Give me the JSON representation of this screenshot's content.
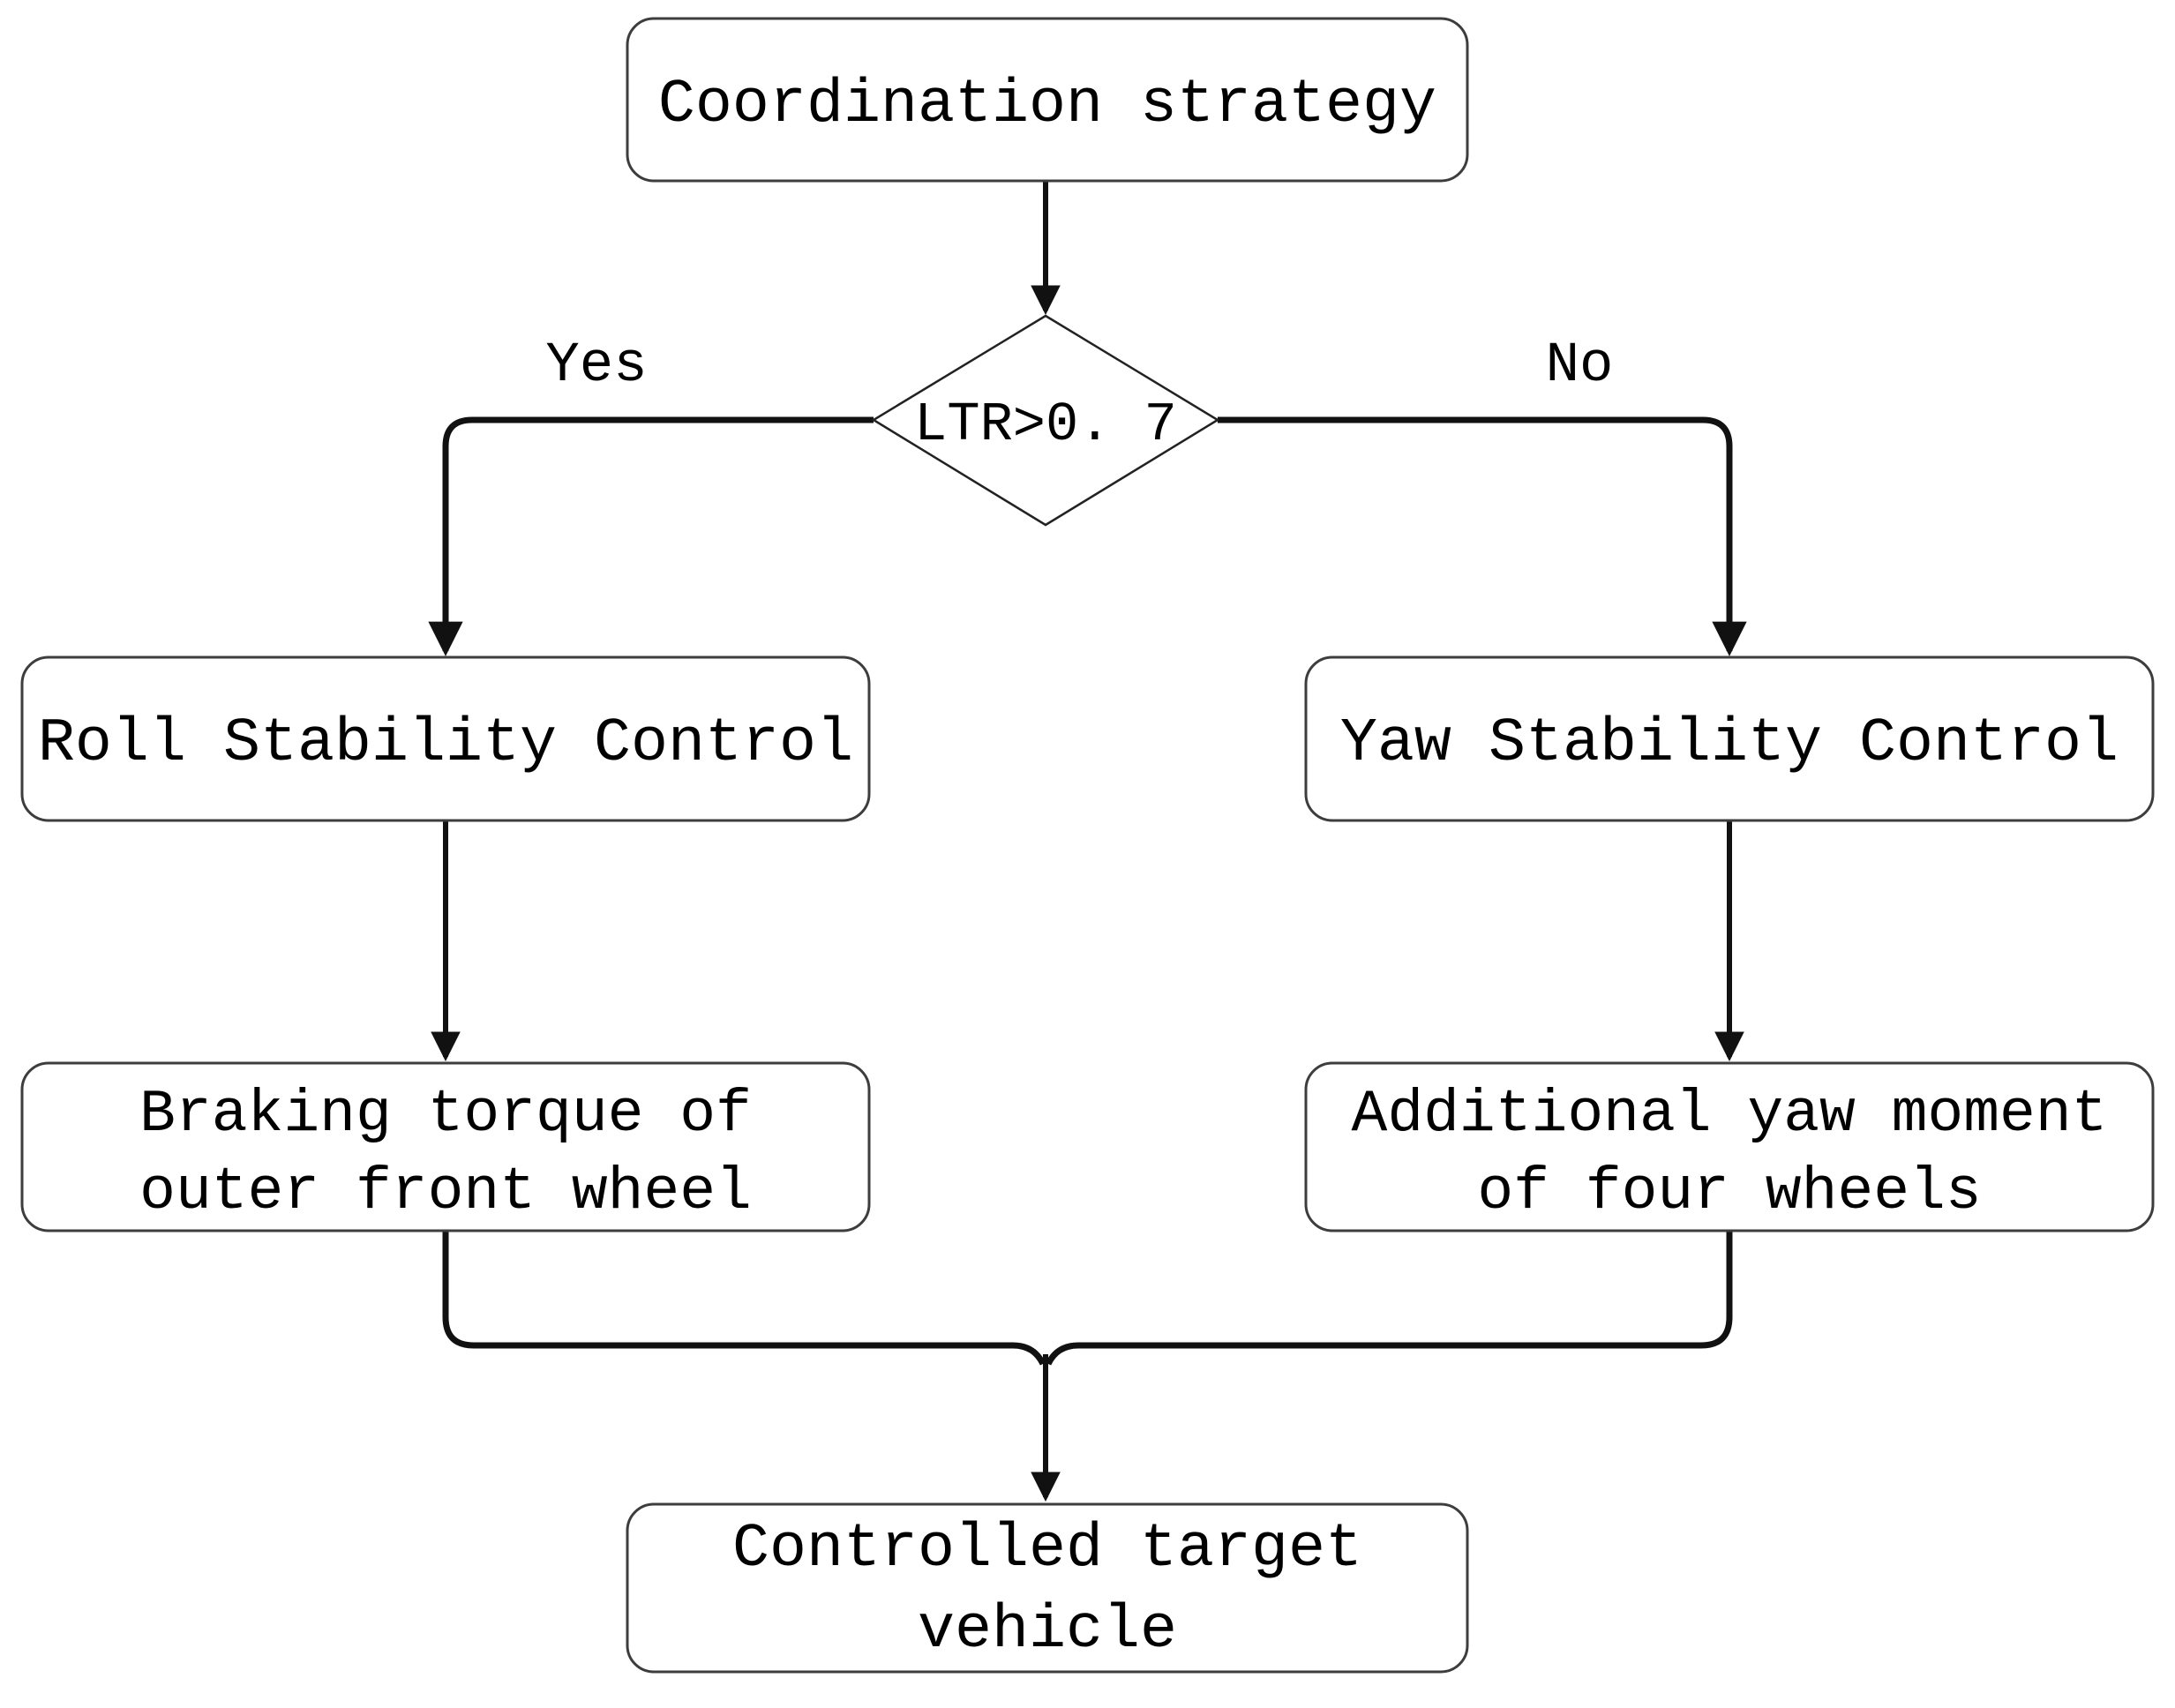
{
  "flowchart": {
    "start": {
      "label": "Coordination strategy"
    },
    "decision": {
      "label": "LTR>0. 7",
      "branch_yes": "Yes",
      "branch_no": "No"
    },
    "roll": {
      "label": "Roll Stability Control"
    },
    "yaw": {
      "label": "Yaw Stability Control"
    },
    "braking": {
      "line1": "Braking torque of",
      "line2": "outer front wheel"
    },
    "additional": {
      "line1": "Additional yaw moment",
      "line2": "of four wheels"
    },
    "target": {
      "line1": "Controlled target",
      "line2": "vehicle"
    },
    "edges": [
      {
        "from": "Coordination strategy",
        "to": "LTR>0. 7",
        "label": ""
      },
      {
        "from": "LTR>0. 7",
        "to": "Roll Stability Control",
        "label": "Yes"
      },
      {
        "from": "LTR>0. 7",
        "to": "Yaw Stability Control",
        "label": "No"
      },
      {
        "from": "Roll Stability Control",
        "to": "Braking torque of outer front wheel",
        "label": ""
      },
      {
        "from": "Yaw Stability Control",
        "to": "Additional yaw moment of four wheels",
        "label": ""
      },
      {
        "from": "Braking torque of outer front wheel",
        "to": "Controlled target vehicle",
        "label": ""
      },
      {
        "from": "Additional yaw moment of four wheels",
        "to": "Controlled target vehicle",
        "label": ""
      }
    ],
    "colors": {
      "line": "#111111",
      "node_border": "#3d3d3d",
      "node_fill": "#ffffff",
      "text": "#000000",
      "background": "#ffffff"
    }
  }
}
